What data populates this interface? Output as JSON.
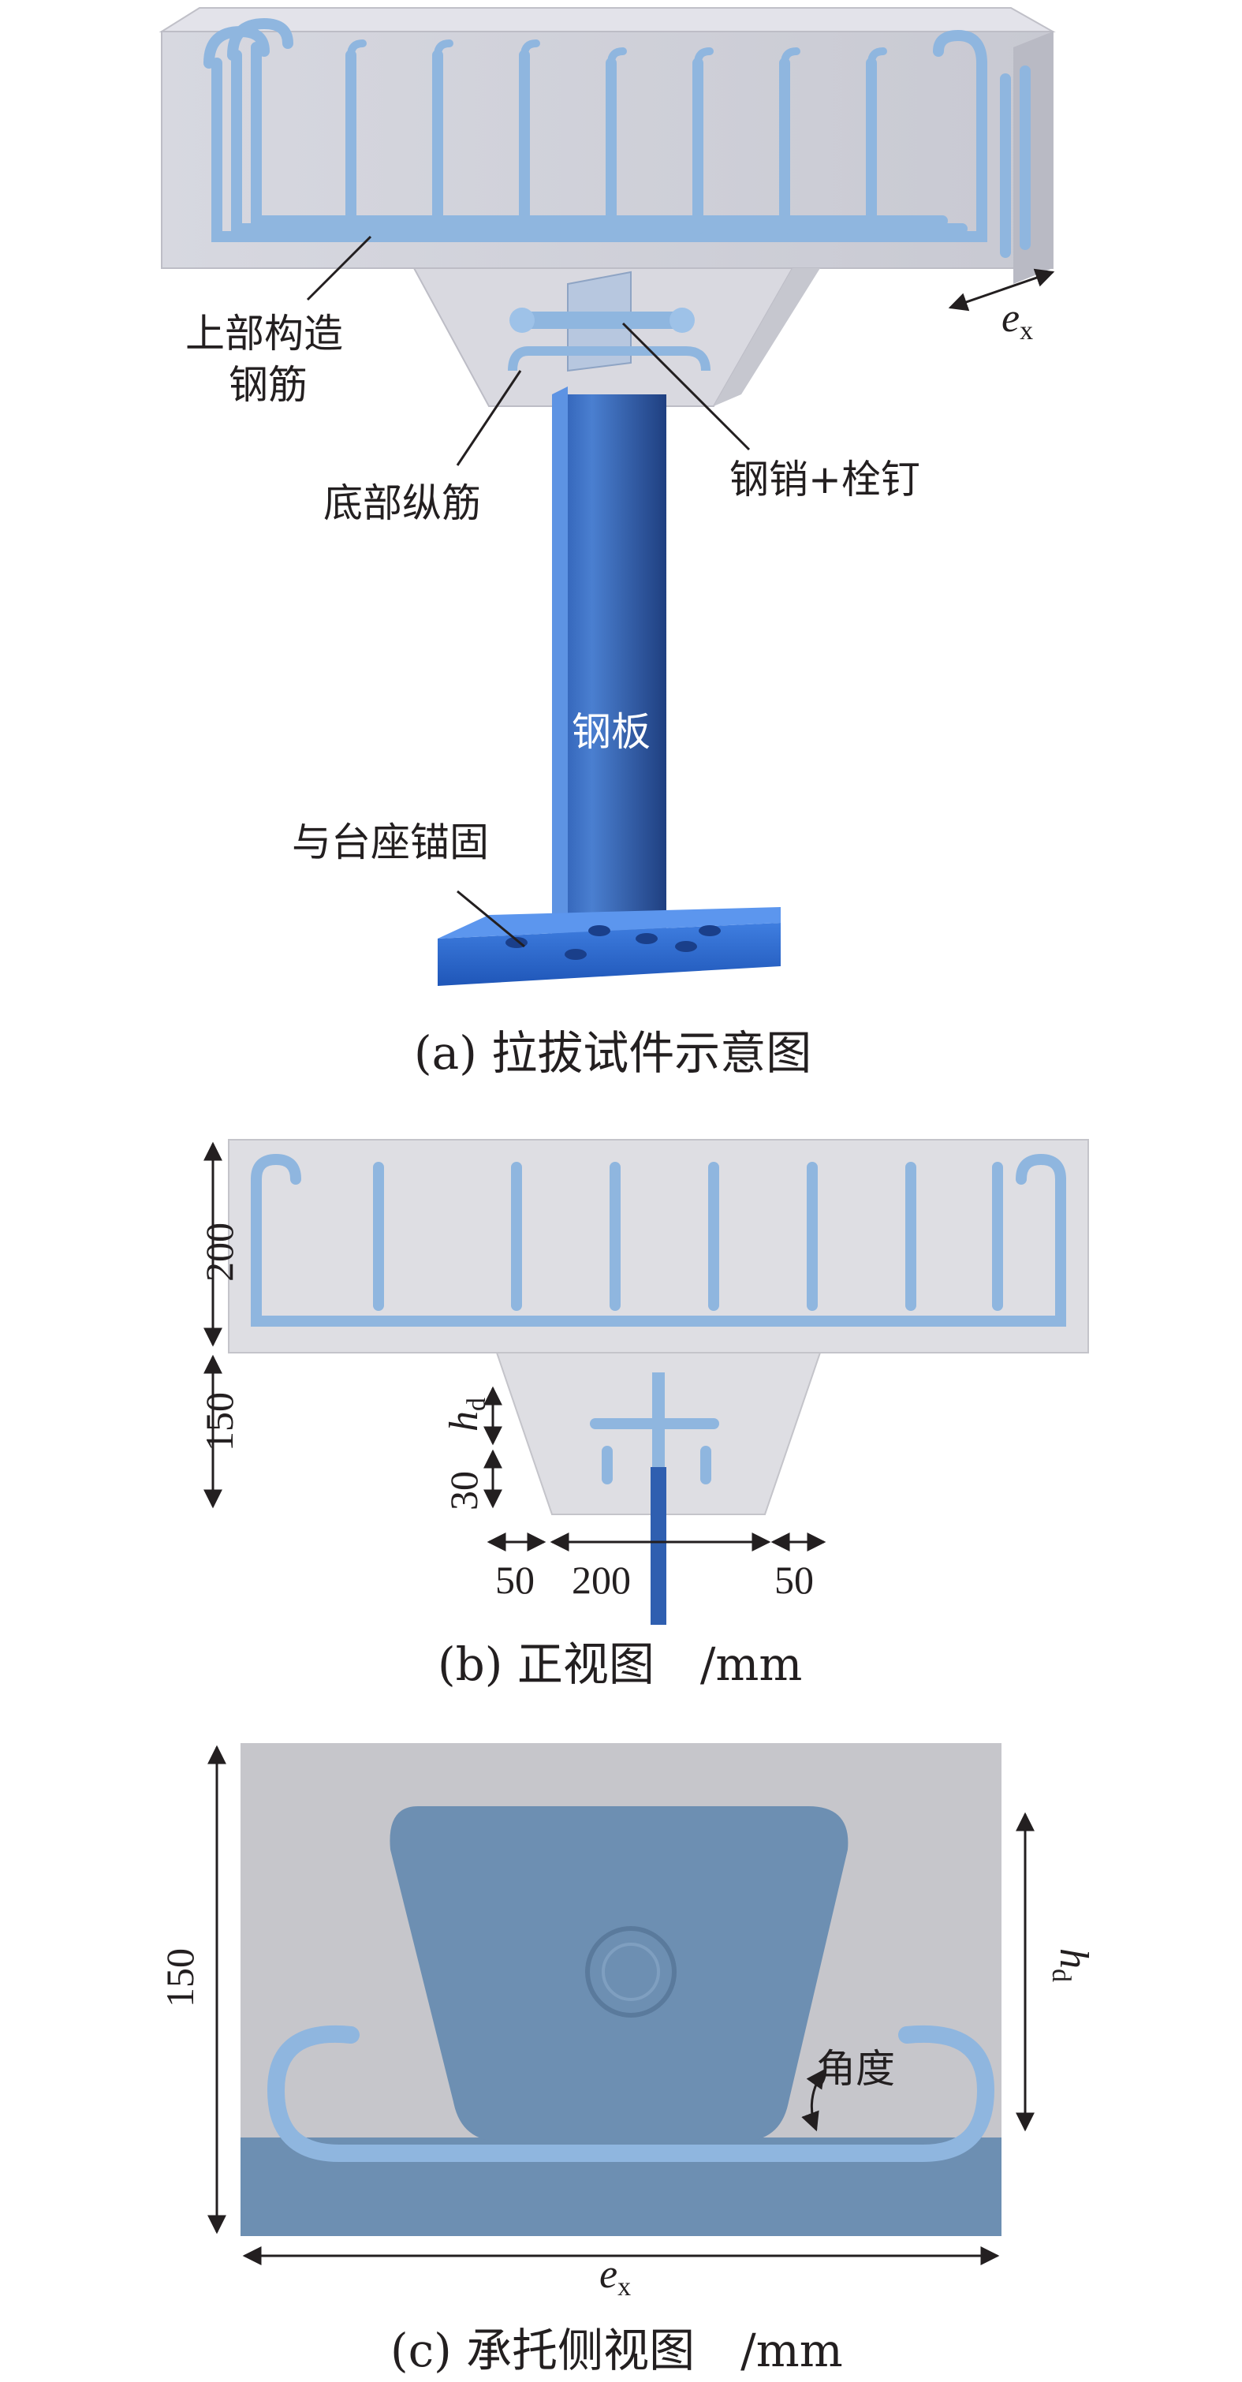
{
  "panel_a": {
    "label_upper_rebar_line1": "上部构造",
    "label_upper_rebar_line2": "钢筋",
    "label_bottom_rebar": "底部纵筋",
    "label_pin_stud": "钢销+栓钉",
    "label_steel_plate": "钢板",
    "label_anchor": "与台座锚固",
    "ex_symbol": "e",
    "ex_subscript": "x",
    "caption": "(a) 拉拔试件示意图"
  },
  "panel_b": {
    "dim_200_vertical": "200",
    "dim_150_vertical": "150",
    "dim_hd_symbol": "h",
    "dim_hd_subscript": "d",
    "dim_30": "30",
    "dim_50_left": "50",
    "dim_200_horizontal": "200",
    "dim_50_right": "50",
    "caption": "(b) 正视图　/mm"
  },
  "panel_c": {
    "dim_150_vertical": "150",
    "dim_hd_symbol": "h",
    "dim_hd_subscript": "d",
    "label_angle": "角度",
    "dim_ex_symbol": "e",
    "dim_ex_subscript": "x",
    "caption": "(c) 承托侧视图　/mm"
  },
  "colors": {
    "concrete": "#cfcfd6",
    "rebar": "#8fb6df",
    "steel_plate": "#2f5fb0",
    "side_bracket": "#6d8fb2"
  }
}
